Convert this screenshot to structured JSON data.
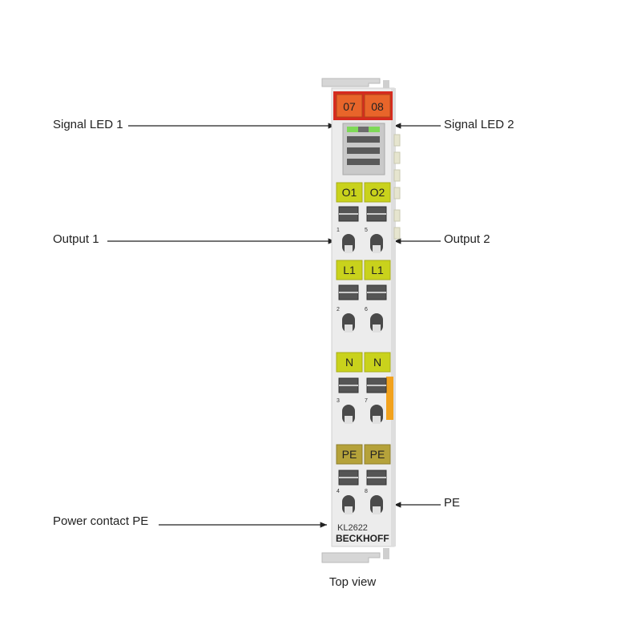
{
  "callouts": {
    "signal_led_1": "Signal LED 1",
    "signal_led_2": "Signal LED 2",
    "output_1": "Output 1",
    "output_2": "Output 2",
    "pe_right": "PE",
    "power_contact_pe": "Power contact PE"
  },
  "labels": {
    "top_left": "07",
    "top_right": "08",
    "row1_left": "O1",
    "row1_right": "O2",
    "row2_left": "L1",
    "row2_right": "L1",
    "row3_left": "N",
    "row3_right": "N",
    "row4_left": "PE",
    "row4_right": "PE"
  },
  "terminal_numbers": [
    "1",
    "5",
    "2",
    "6",
    "3",
    "7",
    "4",
    "8"
  ],
  "model": "KL2622",
  "brand": "BECKHOFF",
  "caption": "Top view",
  "colors": {
    "top_label_bg": "#e8652a",
    "top_label_border": "#d62b1f",
    "yellow_label": "#c9d21c",
    "pe_label": "#b5a23a",
    "led_green": "#7ed957",
    "body": "#ececec",
    "orange_strip": "#f2a21d"
  }
}
